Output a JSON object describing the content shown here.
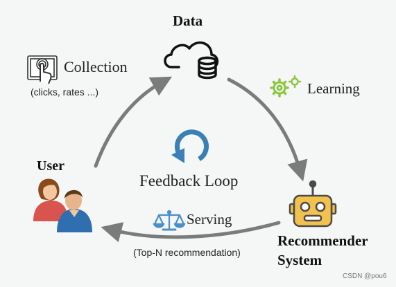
{
  "nodes": {
    "data": {
      "title": "Data",
      "icon": "cloud-database-icon"
    },
    "user": {
      "title": "User",
      "icon": "users-icon"
    },
    "recommender": {
      "title_line1": "Recommender",
      "title_line2": "System",
      "icon": "robot-icon"
    }
  },
  "edges": {
    "collection": {
      "label": "Collection",
      "sublabel": "(clicks, rates ...)",
      "icon": "touch-screen-icon"
    },
    "learning": {
      "label": "Learning",
      "icon": "gears-icon"
    },
    "serving": {
      "label": "Serving",
      "sublabel": "(Top-N recommendation)",
      "icon": "scales-icon"
    }
  },
  "center": {
    "label": "Feedback Loop",
    "icon": "refresh-cycle-icon"
  },
  "watermark": "CSDN @pou6",
  "colors": {
    "background": "#f5f6f6",
    "arrow": "#7a7c7c",
    "cycle_blue": "#3a7fb5",
    "gear_green": "#8cc63f",
    "robot_yellow": "#f2c14e",
    "robot_outline": "#4a4a4a",
    "scale_blue": "#4a90c8"
  }
}
